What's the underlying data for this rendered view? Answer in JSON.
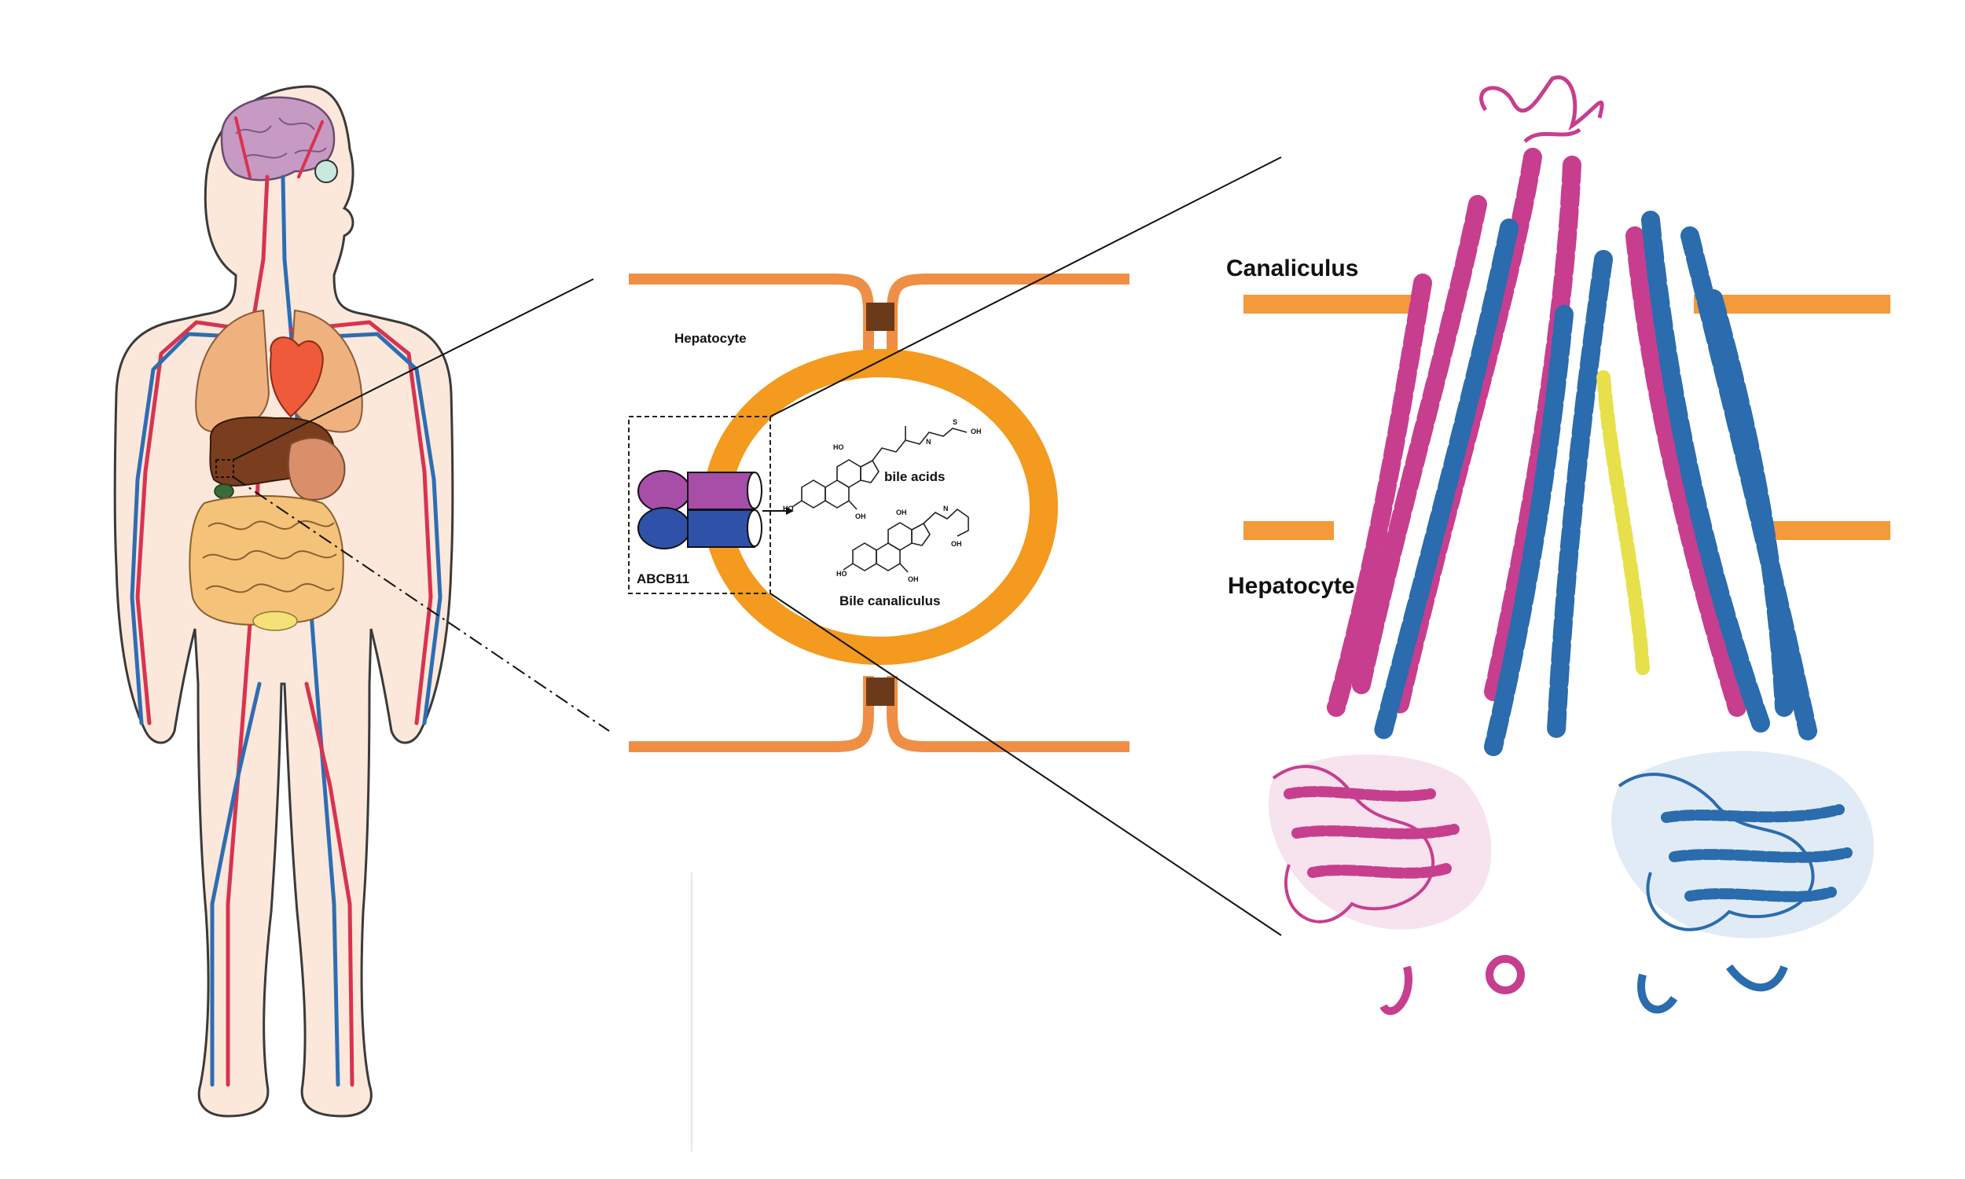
{
  "labels": {
    "hepatocyte_cell": "Hepatocyte",
    "abcb11": "ABCB11",
    "bile_acids": "bile acids",
    "bile_canaliculus": "Bile canaliculus",
    "canaliculus": "Canaliculus",
    "hepatocyte_membrane": "Hepatocyte"
  },
  "colors": {
    "membrane": "#ef8f45",
    "canaliculus_ring": "#f39a1f",
    "tight_junction": "#6b3a1a",
    "abcb11_domain_a": "#a64ea8",
    "abcb11_domain_b": "#2f52a8",
    "protein_chain_a": "#c73e8f",
    "protein_chain_b": "#2a6cad",
    "substrate": "#e8e04a",
    "liver": "#7a3e1e",
    "skin": "#fbe8da"
  }
}
